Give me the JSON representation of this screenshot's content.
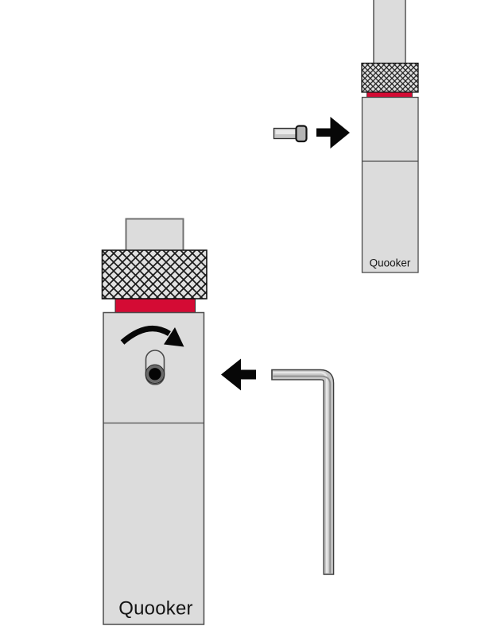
{
  "illustration": {
    "colors": {
      "accent_red": "#d40b34",
      "metal_light": "#dcdcdc",
      "metal_mid": "#c7c7c7",
      "arrow_black": "#070707"
    },
    "tap_detail_small": {
      "brand_label": "Quooker"
    },
    "tap_detail_large": {
      "brand_label": "Quooker"
    },
    "icons": {
      "insert_screw_direction": "arrow-right-icon",
      "insert_key_direction": "arrow-left-icon",
      "rotation_direction": "rotate-clockwise-arrow-icon",
      "knurl_texture": "crosshatch-knurl-pattern"
    }
  }
}
